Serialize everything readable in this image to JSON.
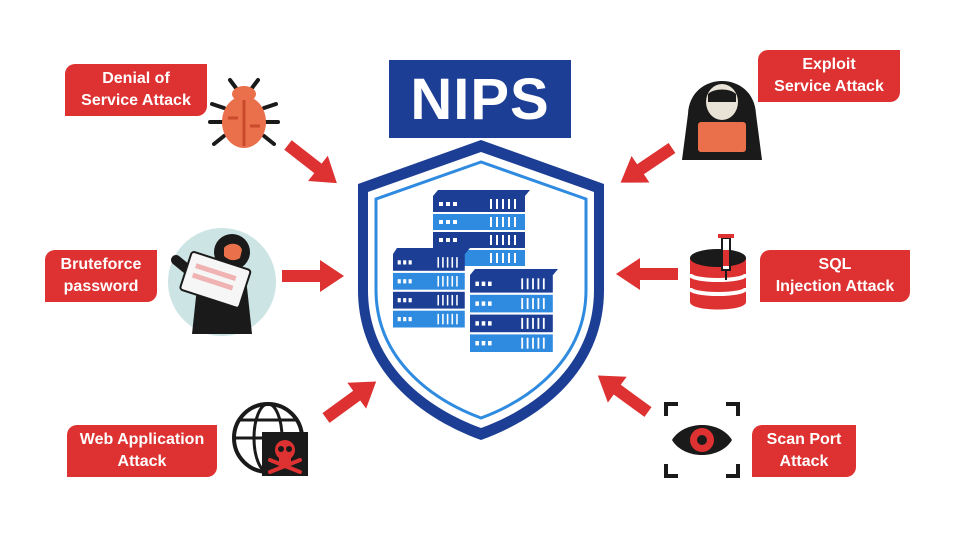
{
  "title": "NIPS",
  "attacks": {
    "dos": {
      "line1": "Denial of",
      "line2": "Service Attack",
      "icon": "bug-icon"
    },
    "brute": {
      "line1": "Bruteforce",
      "line2": "password",
      "icon": "hacker-password-icon"
    },
    "web": {
      "line1": "Web Application",
      "line2": "Attack",
      "icon": "globe-skull-icon"
    },
    "exploit": {
      "line1": "Exploit",
      "line2": "Service Attack",
      "icon": "hacker-laptop-icon"
    },
    "sql": {
      "line1": "SQL",
      "line2": "Injection Attack",
      "icon": "database-syringe-icon"
    },
    "scan": {
      "line1": "Scan Port",
      "line2": "Attack",
      "icon": "eye-scan-icon"
    }
  },
  "colors": {
    "accent_red": "#de3131",
    "shield_blue": "#1c3f95",
    "server_light": "#2f8be0",
    "background": "#ffffff"
  }
}
